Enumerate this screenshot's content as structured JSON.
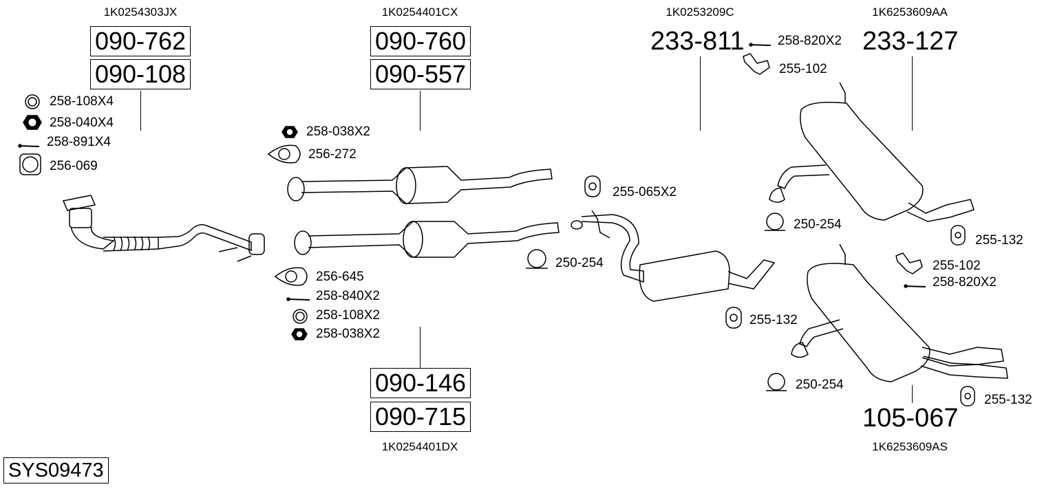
{
  "groups": [
    {
      "oem": "1K0254303JX",
      "parts": [
        "090-762",
        "090-108"
      ]
    },
    {
      "oem": "1K0254401CX",
      "parts": [
        "090-760",
        "090-557"
      ]
    },
    {
      "oem": "1K0253209C",
      "parts": [
        "233-811"
      ]
    },
    {
      "oem": "1K6253609AA",
      "parts": [
        "233-127"
      ]
    },
    {
      "oem": "1K0254401DX",
      "parts": [
        "090-146",
        "090-715"
      ]
    },
    {
      "oem": "1K6253609AS",
      "parts": [
        "105-067"
      ]
    }
  ],
  "fittings": {
    "f1": "258-108X4",
    "f2": "258-040X4",
    "f3": "258-891X4",
    "f4": "256-069",
    "f5": "258-038X2",
    "f6": "256-272",
    "f7": "255-065X2",
    "f8": "250-254",
    "f9": "256-645",
    "f10": "258-840X2",
    "f11": "258-108X2",
    "f12": "258-038X2",
    "f13": "258-820X2",
    "f14": "255-102",
    "f15": "250-254",
    "f16": "255-132",
    "f17": "255-102",
    "f18": "258-820X2",
    "f19": "255-132",
    "f20": "250-254",
    "f21": "255-132"
  },
  "system_id": "SYS09473"
}
